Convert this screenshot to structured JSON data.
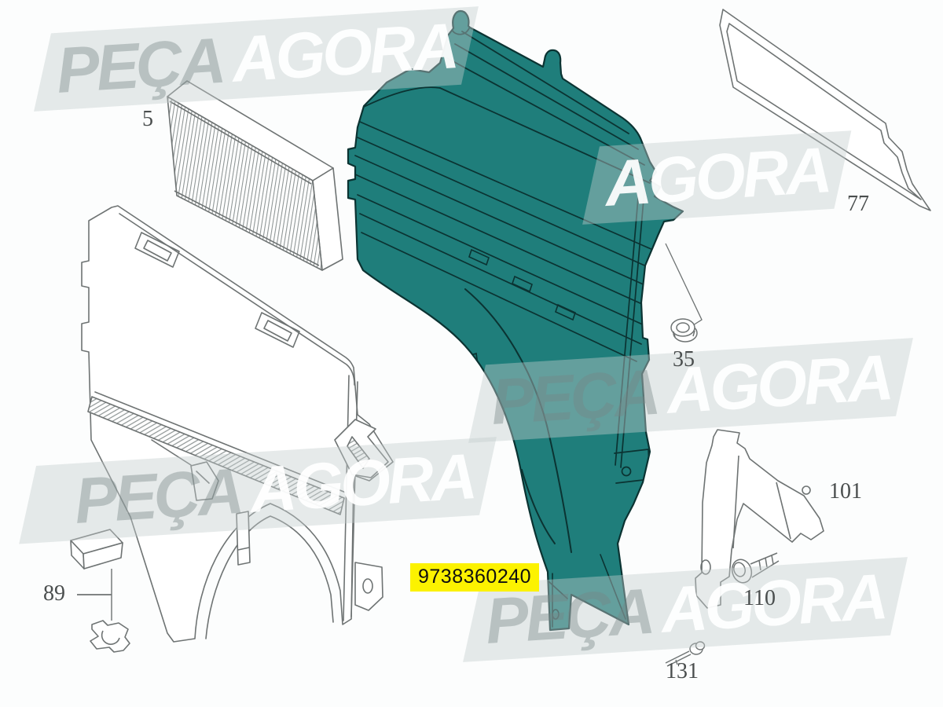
{
  "brand_watermark": {
    "word_1": "PEÇA",
    "word_2": "AGORA"
  },
  "part_labels": {
    "filter": "5",
    "seal": "77",
    "nut": "35",
    "pad_clip": "89",
    "bracket": "101",
    "screw": "110",
    "rivet": "131"
  },
  "highlighted_part": {
    "number": "9738360240",
    "highlight_color": "#FCF200"
  },
  "colors": {
    "selected_part_fill": "#1F7E7B",
    "selected_part_outline": "#0B3332",
    "line_art": "#6E7373",
    "label_text": "#4A4E4E",
    "watermark_band": "rgba(196,204,204,0.42)"
  }
}
